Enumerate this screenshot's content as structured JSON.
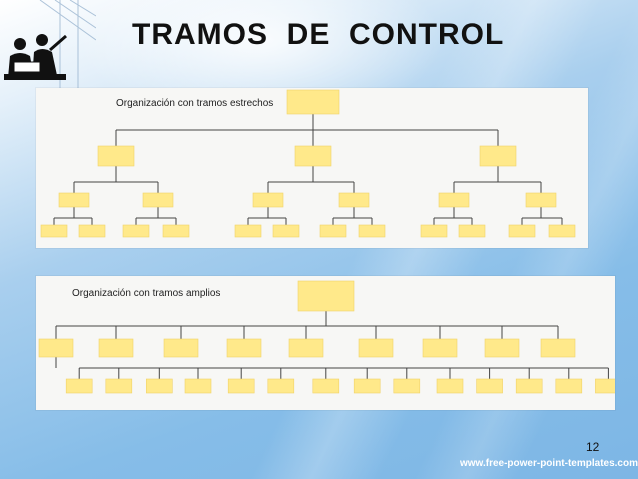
{
  "slide": {
    "title": "TRAMOS  DE  CONTROL",
    "page_number": "12",
    "footer_url": "www.free-power-point-templates.com"
  },
  "diagrams": {
    "narrow": {
      "label": "Organización con tramos estrechos",
      "levels": [
        1,
        3,
        6,
        12
      ]
    },
    "wide": {
      "label": "Organización con tramos amplios",
      "levels": [
        1,
        9,
        14
      ]
    }
  },
  "colors": {
    "node_fill": "#ffe98a",
    "edge": "#444444",
    "panel": "#f7f7f5"
  },
  "icons": [
    "presenters-logo-icon"
  ]
}
